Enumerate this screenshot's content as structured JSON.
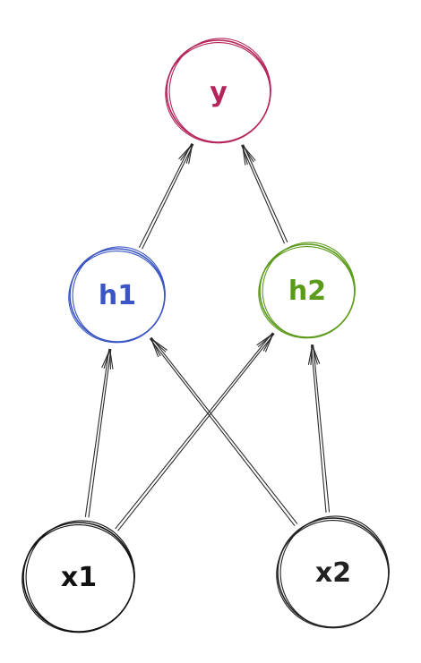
{
  "nodes": {
    "y": {
      "label": "y",
      "color": "#b5245a"
    },
    "h1": {
      "label": "h1",
      "color": "#3b55c4"
    },
    "h2": {
      "label": "h2",
      "color": "#5c9a1a"
    },
    "x1": {
      "label": "x1",
      "color": "#111111"
    },
    "x2": {
      "label": "x2",
      "color": "#222222"
    }
  },
  "edges": [
    {
      "from": "h1",
      "to": "y"
    },
    {
      "from": "h2",
      "to": "y"
    },
    {
      "from": "x1",
      "to": "h1"
    },
    {
      "from": "x1",
      "to": "h2"
    },
    {
      "from": "x2",
      "to": "h1"
    },
    {
      "from": "x2",
      "to": "h2"
    }
  ]
}
